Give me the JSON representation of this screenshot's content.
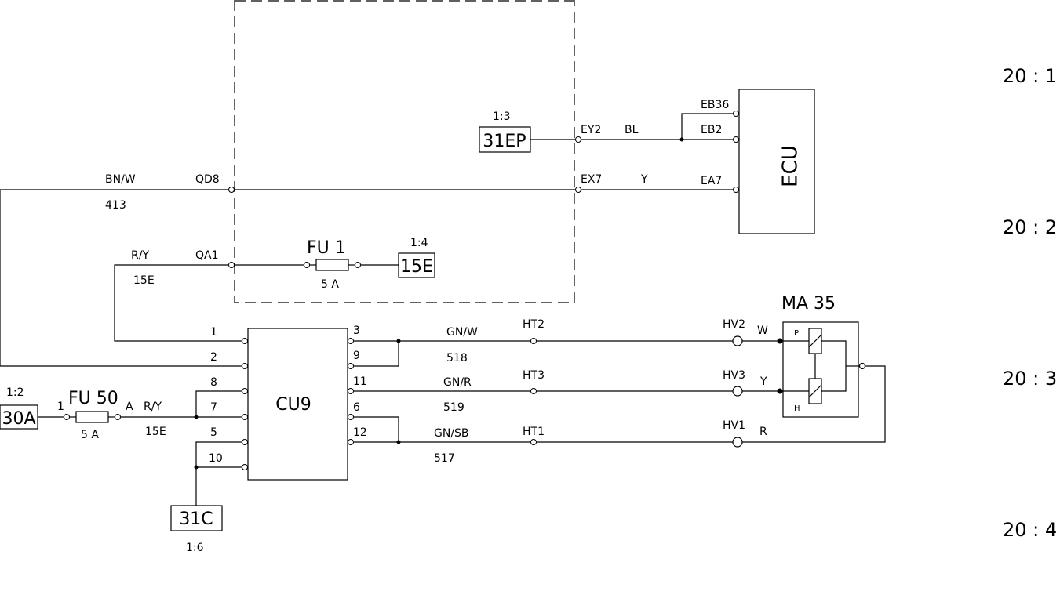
{
  "zones": [
    "20 : 1",
    "20 : 2",
    "20 : 3",
    "20 : 4"
  ],
  "refs": {
    "ep": {
      "ref": "1:3",
      "box": "31EP"
    },
    "e15": {
      "ref": "1:4",
      "box": "15E"
    },
    "a30": {
      "ref": "1:2",
      "box": "30A"
    },
    "c31": {
      "ref": "1:6",
      "box": "31C"
    }
  },
  "ecu": {
    "label": "ECU",
    "pins": {
      "eb36": "EB36",
      "eb2": "EB2",
      "ea7": "EA7"
    }
  },
  "connectors": {
    "ey2": "EY2",
    "ex7": "EX7",
    "qd8": "QD8",
    "qa1": "QA1"
  },
  "wires": {
    "bl": "BL",
    "y_top": "Y",
    "bnw": "BN/W",
    "w413": "413",
    "ry": "R/Y",
    "w15e": "15E",
    "ry2": "R/Y",
    "w15e2": "15E",
    "gnw": "GN/W",
    "w518": "518",
    "gnr": "GN/R",
    "w519": "519",
    "gnsb": "GN/SB",
    "w517": "517"
  },
  "fuse1": {
    "name": "FU 1",
    "rating": "5 A"
  },
  "fuse50": {
    "name": "FU 50",
    "rating": "5 A",
    "pin_in": "1",
    "pin_out": "A"
  },
  "cu9": {
    "label": "CU9",
    "left_pins": [
      "1",
      "2",
      "8",
      "7",
      "5",
      "10"
    ],
    "right_pins": [
      "3",
      "9",
      "11",
      "6",
      "12"
    ]
  },
  "ht": [
    "HT2",
    "HT3",
    "HT1"
  ],
  "hv": [
    "HV2",
    "HV3",
    "HV1"
  ],
  "ma35": {
    "label": "MA 35",
    "pins": [
      "W",
      "Y",
      "R"
    ],
    "p": "P",
    "h": "H"
  }
}
